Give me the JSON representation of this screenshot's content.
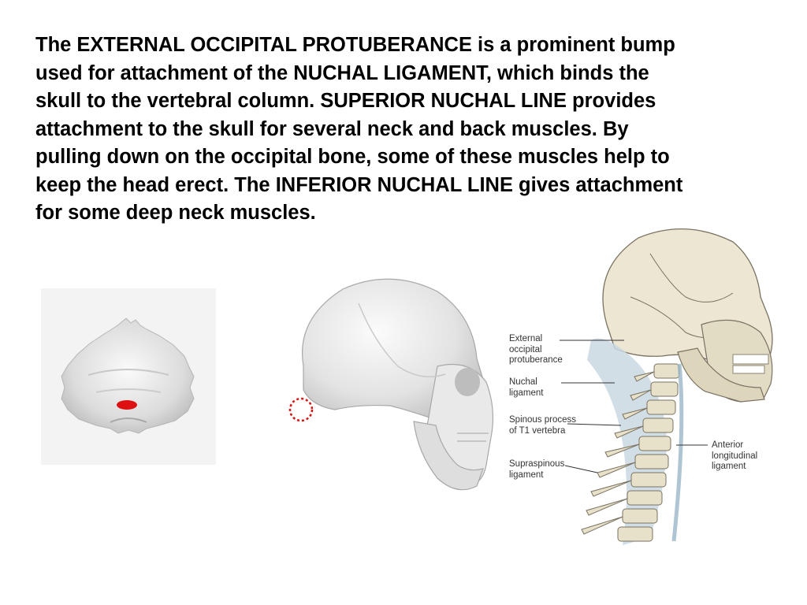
{
  "slide": {
    "text_lines": [
      "The EXTERNAL OCCIPITAL PROTUBERANCE is a prominent bump",
      "used for attachment of the NUCHAL LIGAMENT, which binds the",
      "skull to the vertebral column.  SUPERIOR NUCHAL LINE provides",
      "attachment to the skull for several neck and back muscles.  By",
      "pulling down on the occipital bone, some of these muscles help to",
      "keep the head erect.  The INFERIOR NUCHAL LINE gives attachment",
      "for some deep neck muscles."
    ]
  },
  "diagram": {
    "labels": {
      "external_occipital_protuberance": [
        "External",
        "occipital",
        "protuberance"
      ],
      "nuchal_ligament": [
        "Nuchal",
        "ligament"
      ],
      "spinous_process_t1": [
        "Spinous process",
        "of T1 vertebra"
      ],
      "supraspinous_ligament": [
        "Supraspinous",
        "ligament"
      ],
      "anterior_longitudinal_ligament": [
        "Anterior",
        "longitudinal",
        "ligament"
      ]
    }
  },
  "colors": {
    "highlight": "#dd1111",
    "bone": "#ece6d2",
    "ligament": "#c9d8e2",
    "skull_3d": "#e6e6e6"
  }
}
